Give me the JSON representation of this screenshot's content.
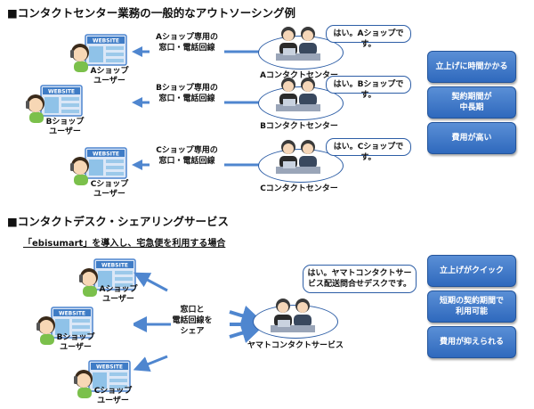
{
  "section1": {
    "title": "■コンタクトセンター業務の一般的なアウトソーシング例",
    "rows": [
      {
        "user_label": [
          "Aショップ",
          "ユーザー"
        ],
        "channel_label": [
          "Aショップ専用の",
          "窓口・電話回線"
        ],
        "center_label": "Aコンタクトセンター",
        "bubble": "はい。Aショップです。"
      },
      {
        "user_label": [
          "Bショップ",
          "ユーザー"
        ],
        "channel_label": [
          "Bショップ専用の",
          "窓口・電話回線"
        ],
        "center_label": "Bコンタクトセンター",
        "bubble": "はい。Bショップです。"
      },
      {
        "user_label": [
          "Cショップ",
          "ユーザー"
        ],
        "channel_label": [
          "Cショップ専用の",
          "窓口・電話回線"
        ],
        "center_label": "Cコンタクトセンター",
        "bubble": "はい。Cショップです。"
      }
    ],
    "issues": [
      [
        "立上げに時間かかる"
      ],
      [
        "契約期間が",
        "中長期"
      ],
      [
        "費用が高い"
      ]
    ]
  },
  "section2": {
    "title": "■コンタクトデスク・シェアリングサービス",
    "subtitle": "「ebisumart」を導入し、宅急便を利用する場合",
    "users": [
      [
        "Aショップ",
        "ユーザー"
      ],
      [
        "Bショップ",
        "ユーザー"
      ],
      [
        "Cショップ",
        "ユーザー"
      ]
    ],
    "shared_label": [
      "窓口と",
      "電話回線を",
      "シェア"
    ],
    "center_label": "ヤマトコンタクトサービス",
    "bubble": [
      "はい。ヤマトコンタクトサー",
      "ビス配送問合せデスクです。"
    ],
    "benefits": [
      [
        "立上げがクイック"
      ],
      [
        "短期の契約期間で",
        "利用可能"
      ],
      [
        "費用が抑えられる"
      ]
    ]
  },
  "website_text": "WEBSITE",
  "colors": {
    "accent": "#2f69bd",
    "arrow": "#4f86cf",
    "border": "#2d5ea6"
  }
}
